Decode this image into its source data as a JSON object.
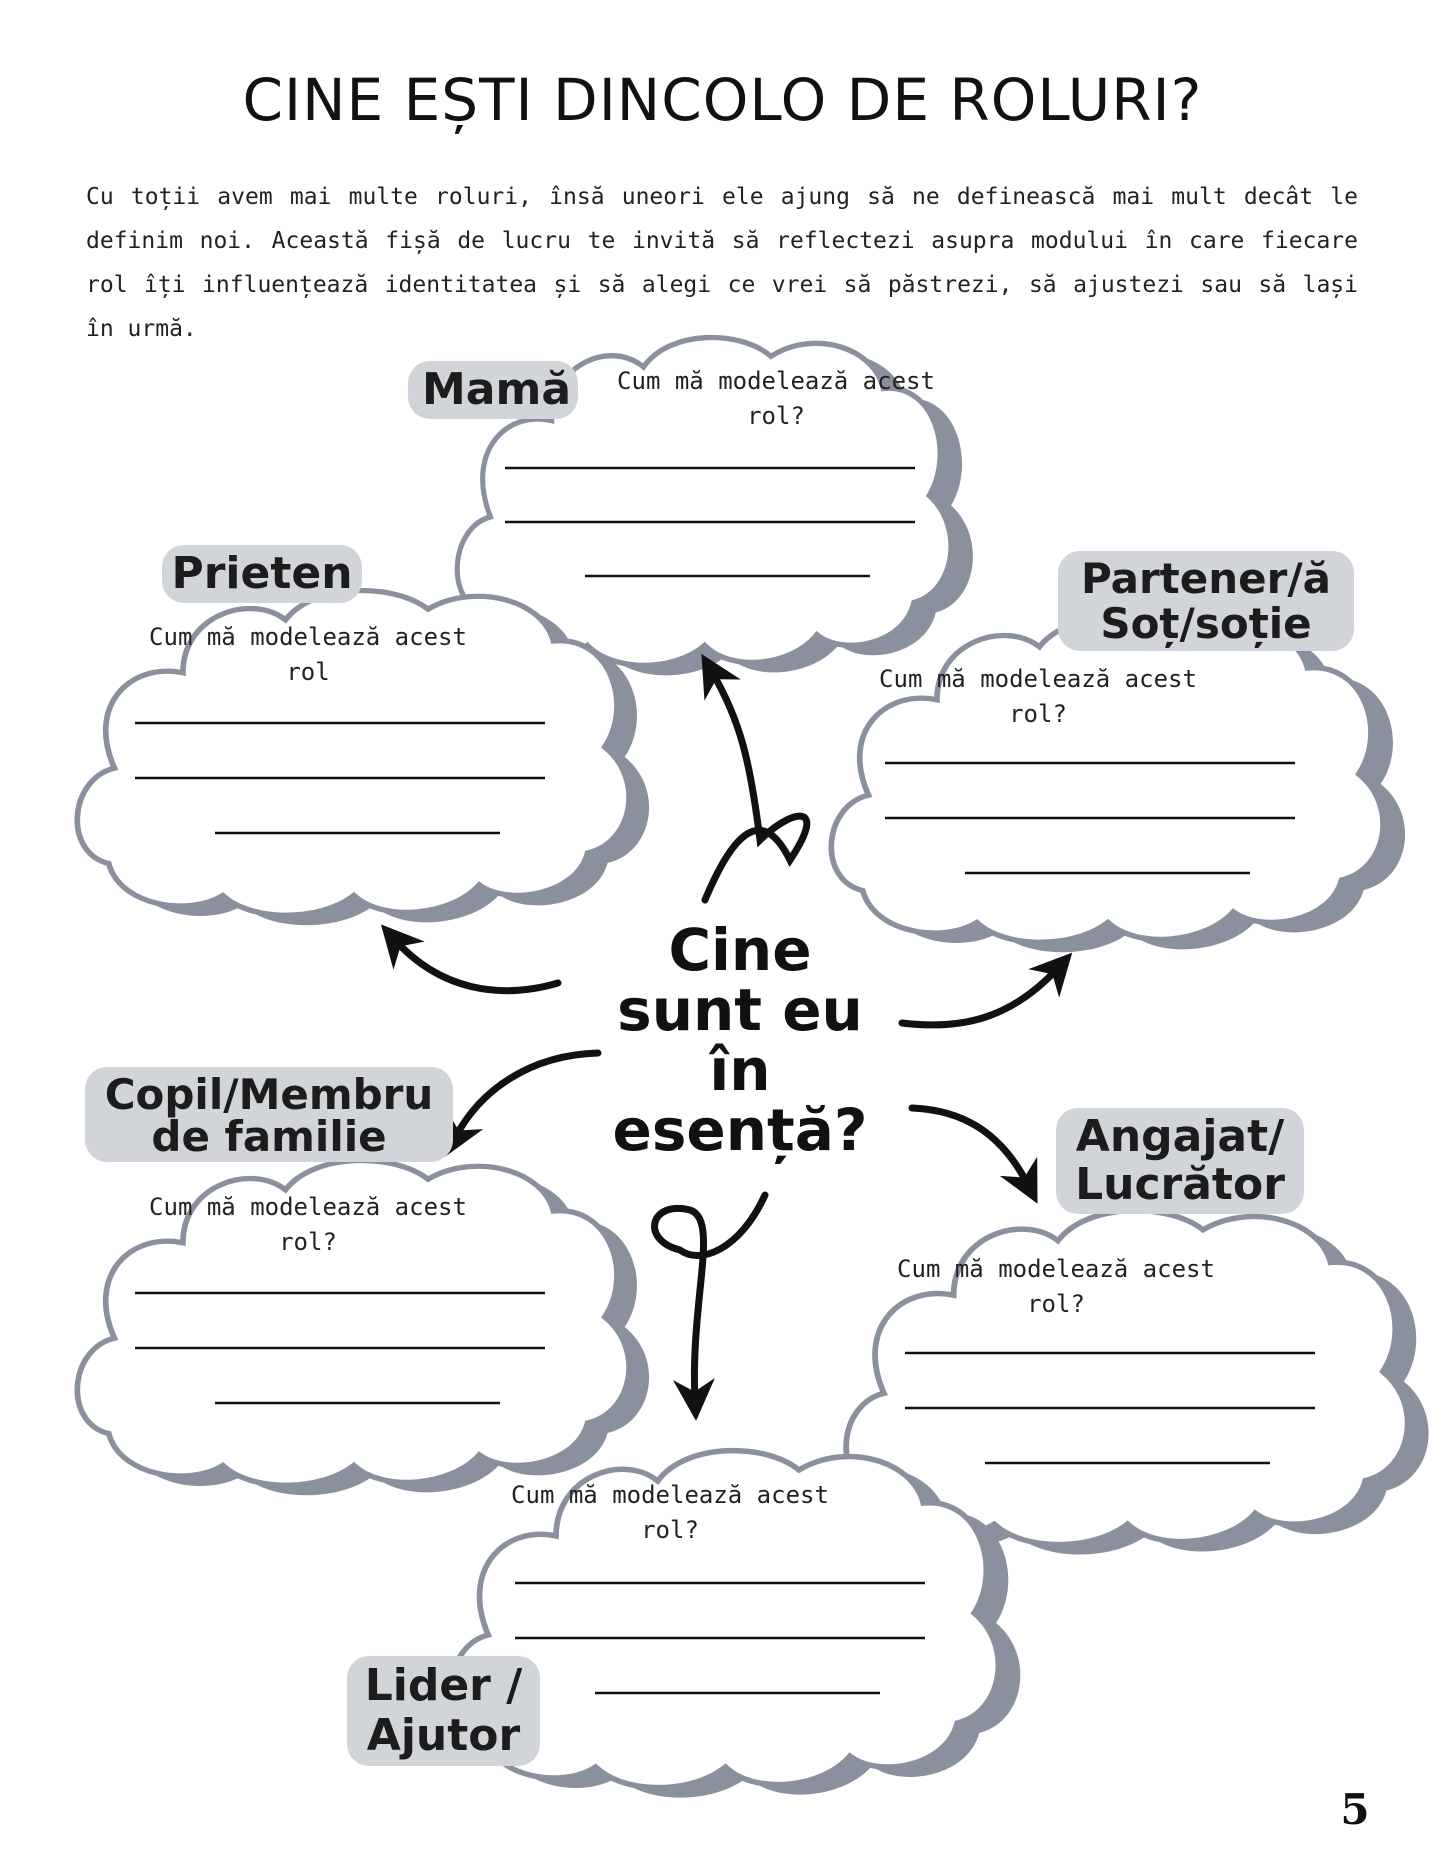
{
  "page": {
    "title": "CINE EȘTI DINCOLO DE ROLURI?",
    "intro": "Cu toții avem mai multe roluri, însă uneori ele ajung să ne definească mai mult decât le definim noi. Această fișă de lucru te invită să reflectezi asupra modului în care fiecare rol îți influențează identitatea și să alegi ce vrei să păstrezi, să ajustezi sau să lași în urmă.",
    "center_question": [
      "Cine",
      "sunt eu",
      "în",
      "esență?"
    ],
    "page_number": "5"
  },
  "roles": [
    {
      "id": "mama",
      "label": [
        "Mamă"
      ],
      "question": "Cum mă modelează acest rol?"
    },
    {
      "id": "prieten",
      "label": [
        "Prieten"
      ],
      "question": "Cum mă modelează acest rol"
    },
    {
      "id": "partener",
      "label": [
        "Partener/ă",
        "Soț/soție"
      ],
      "question": "Cum mă modelează acest rol?"
    },
    {
      "id": "copil",
      "label": [
        "Copil/Membru",
        "de familie"
      ],
      "question": "Cum mă modelează acest rol?"
    },
    {
      "id": "angajat",
      "label": [
        "Angajat/",
        "Lucrător"
      ],
      "question": "Cum mă modelează acest rol?"
    },
    {
      "id": "lider",
      "label": [
        "Lider /",
        "Ajutor"
      ],
      "question": "Cum mă modelează acest rol?"
    }
  ],
  "colors": {
    "cloud_outline": "#8a909e",
    "cloud_fill": "#ffffff",
    "label_fill": "#d1d4d9",
    "ink": "#111111"
  }
}
